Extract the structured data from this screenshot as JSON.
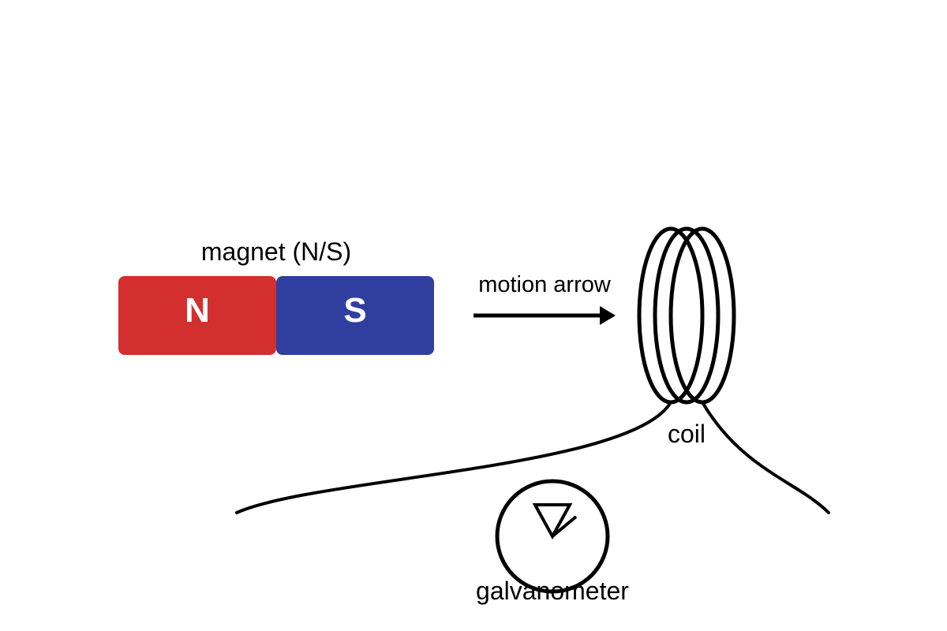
{
  "labels": {
    "magnet": "magnet (N/S)",
    "motion": "motion arrow",
    "coil": "coil",
    "galvanometer": "galvanometer"
  },
  "magnet": {
    "north_letter": "N",
    "south_letter": "S",
    "north_color": "#D32F2F",
    "south_color": "#303F9F"
  },
  "colors": {
    "stroke": "#000000",
    "background": "#FFFFFF"
  }
}
